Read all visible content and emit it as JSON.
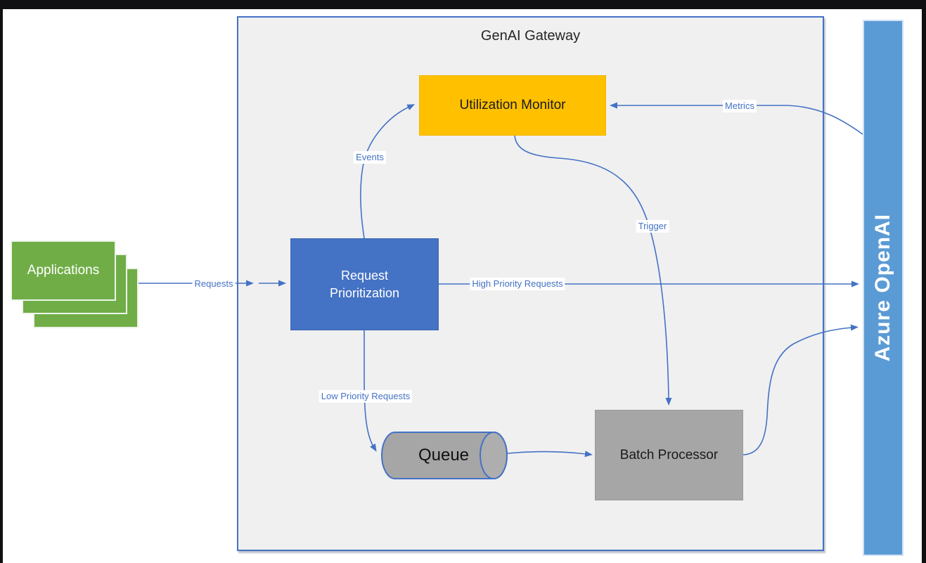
{
  "container": {
    "title": "GenAI Gateway"
  },
  "nodes": {
    "applications": {
      "label": "Applications"
    },
    "request_prioritization": {
      "label": "Request Prioritization"
    },
    "utilization_monitor": {
      "label": "Utilization Monitor"
    },
    "queue": {
      "label": "Queue"
    },
    "batch_processor": {
      "label": "Batch Processor"
    },
    "azure_openai": {
      "label": "Azure OpenAI"
    }
  },
  "edges": {
    "requests": {
      "label": "Requests",
      "from": "applications",
      "to": "request_prioritization"
    },
    "events": {
      "label": "Events",
      "from": "request_prioritization",
      "to": "utilization_monitor"
    },
    "metrics": {
      "label": "Metrics",
      "from": "azure_openai",
      "to": "utilization_monitor"
    },
    "trigger": {
      "label": "Trigger",
      "from": "utilization_monitor",
      "to": "batch_processor"
    },
    "high_priority": {
      "label": "High Priority Requests",
      "from": "request_prioritization",
      "to": "azure_openai"
    },
    "low_priority": {
      "label": "Low Priority Requests",
      "from": "request_prioritization",
      "to": "queue"
    },
    "queue_to_batch": {
      "label": "",
      "from": "queue",
      "to": "batch_processor"
    },
    "batch_to_azure": {
      "label": "",
      "from": "batch_processor",
      "to": "azure_openai"
    }
  },
  "colors": {
    "applications_green": "#70AD47",
    "prioritization_blue": "#4472C4",
    "monitor_yellow": "#FFC000",
    "processor_gray": "#A6A6A6",
    "azure_blue": "#5B9BD5",
    "container_fill": "#F0F0F1",
    "container_border": "#4472C4",
    "connector_blue": "#4472C4",
    "frame_black": "#101012"
  }
}
